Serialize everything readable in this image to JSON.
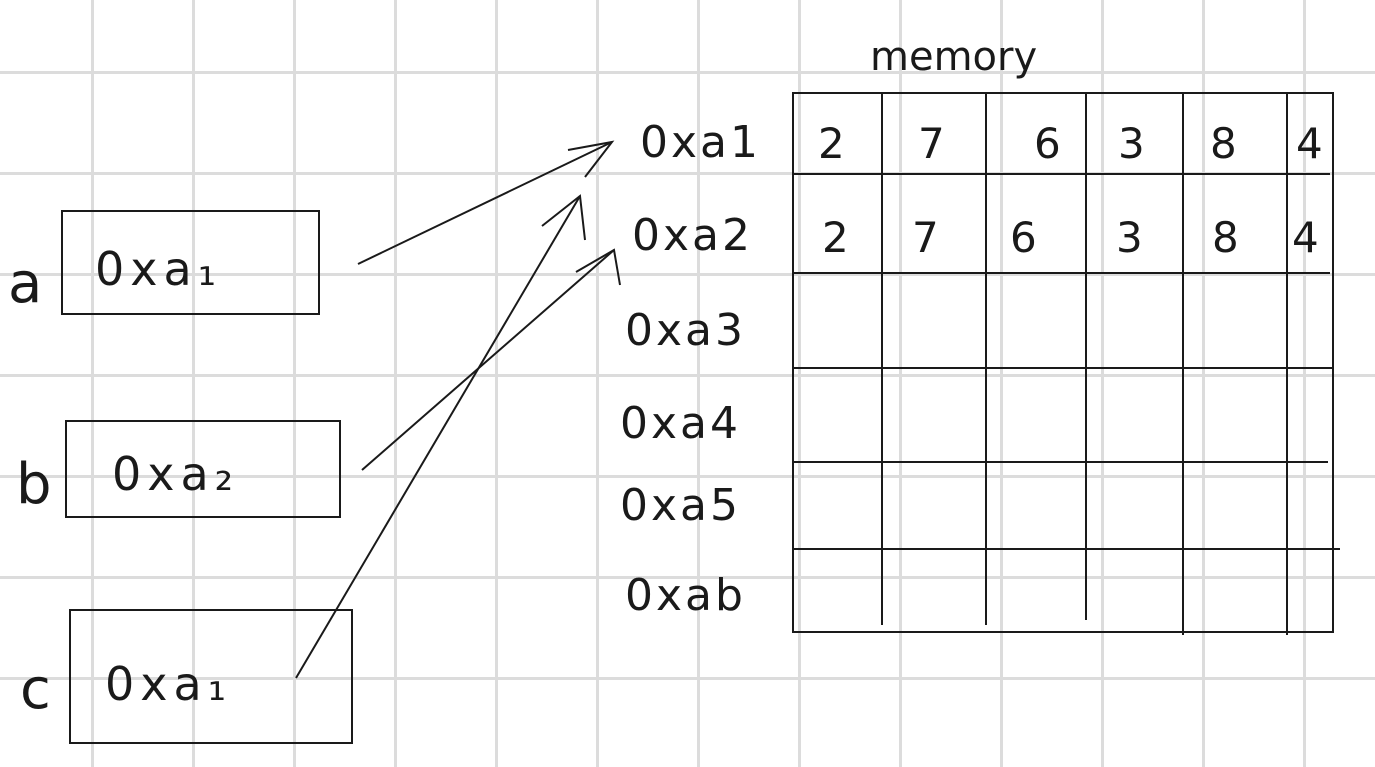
{
  "title": "memory",
  "variables": [
    {
      "name": "a",
      "pointer": "0xa₁",
      "target_row": 0
    },
    {
      "name": "b",
      "pointer": "0xa₂",
      "target_row": 1
    },
    {
      "name": "c",
      "pointer": "0xa₁",
      "target_row": 0
    }
  ],
  "addresses": [
    "0xa1",
    "0xa2",
    "0xa3",
    "0xa4",
    "0xa5",
    "0xab"
  ],
  "memory_rows": [
    [
      "2",
      "7",
      "6",
      "3",
      "8",
      "4"
    ],
    [
      "2",
      "7",
      "6",
      "3",
      "8",
      "4"
    ],
    [
      "",
      "",
      "",
      "",
      "",
      ""
    ],
    [
      "",
      "",
      "",
      "",
      "",
      ""
    ],
    [
      "",
      "",
      "",
      "",
      "",
      ""
    ],
    [
      "",
      "",
      "",
      "",
      "",
      ""
    ]
  ],
  "colors": {
    "ink": "#1a1a1a",
    "grid": "#dcdcdc",
    "paper": "#ffffff"
  }
}
